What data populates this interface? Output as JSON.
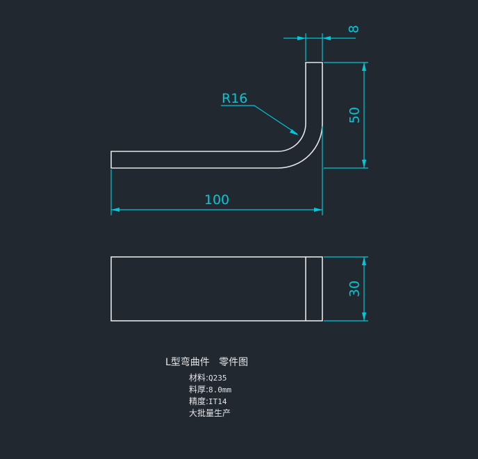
{
  "drawing": {
    "dimensions": {
      "width_top": "8",
      "height_side": "50",
      "length_bottom": "100",
      "bend_radius": "R16",
      "depth_side": "30"
    },
    "title": "L型弯曲件   零件图",
    "notes": {
      "material_label": "材料:",
      "material_value": "Q235",
      "thickness_label": "料厚:",
      "thickness_value": "8.0mm",
      "precision_label": "精度:",
      "precision_value": "IT14",
      "production": "大批量生产"
    },
    "colors": {
      "background": "#212830",
      "part_line": "#e6e6e6",
      "dimension": "#00c8d8"
    }
  }
}
